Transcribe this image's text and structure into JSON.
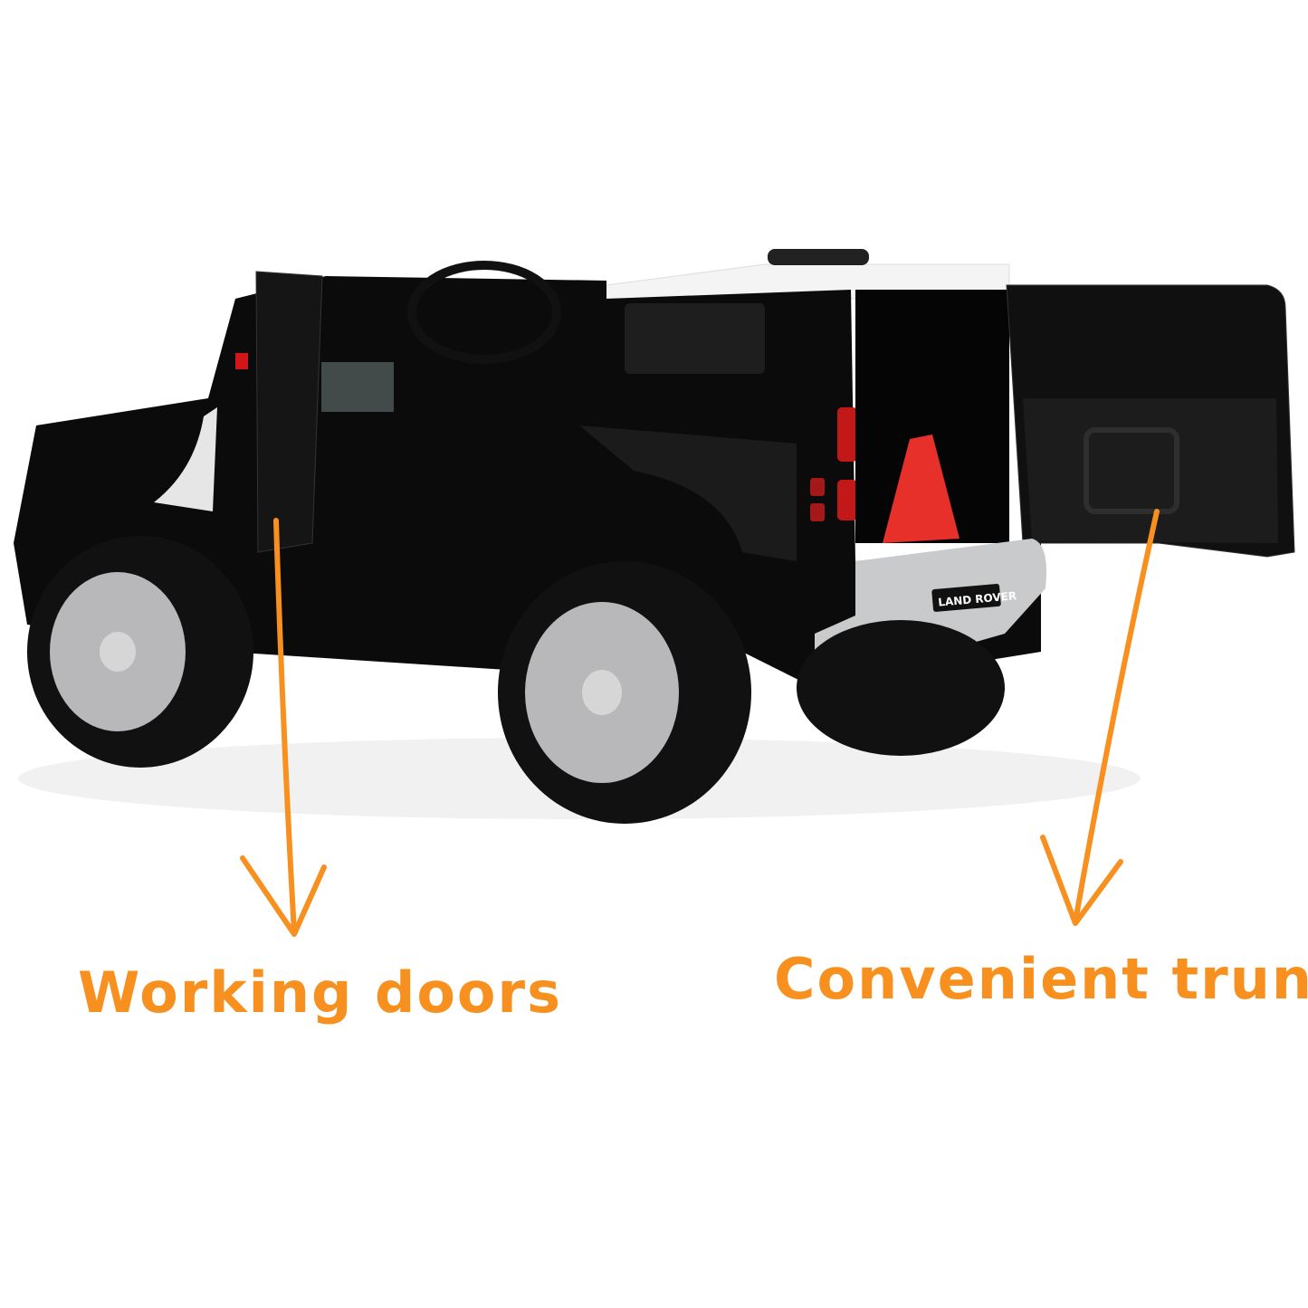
{
  "annotations": {
    "doors_label": "Working doors",
    "trunk_label": "Convenient trunk"
  },
  "vehicle": {
    "badge": "LAND ROVER",
    "body_color": "#0b0b0b",
    "trim_color": "#c9cacc"
  },
  "colors": {
    "accent": "#f7901e",
    "cone": "#e8302a"
  }
}
